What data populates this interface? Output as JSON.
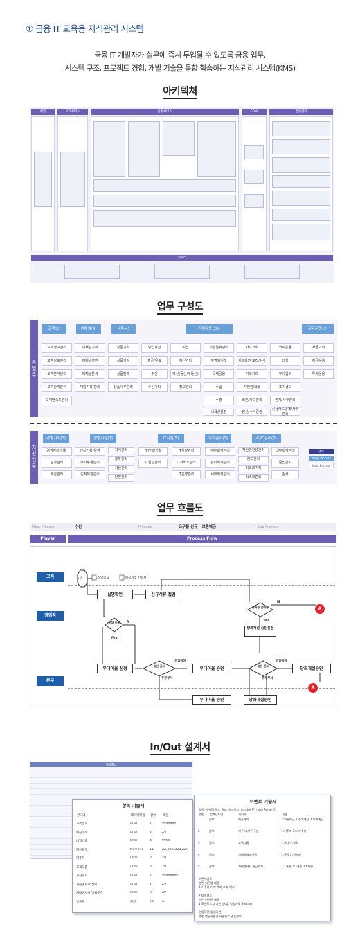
{
  "page": {
    "title": "① 금융 IT 교육용 지식관리 시스템",
    "desc_line1": "금융 IT 개발자가 실무에 즉시 투입될 수 있도록 금융 업무,",
    "desc_line2": "시스템 구조, 프로젝트 경험, 개발 기술을 통합 학습하는 지식관리 시스템(KMS)"
  },
  "architecture": {
    "heading": "아키텍처",
    "columns": {
      "channel": "채널",
      "customer": "고객서비스",
      "product": "상품서비스",
      "edw": "EDW",
      "mgmt": "경영관리"
    },
    "infra": "인프라"
  },
  "org": {
    "heading": "업무 구성도",
    "main_label": "본업무",
    "support_label": "지원업무",
    "groups": {
      "customer": "고객(5)",
      "channel": "이채널(4)",
      "product": "상품(4)",
      "sales": "판매활동(28)",
      "fund": "자금운용(3)",
      "mgmt": "경영기획(3)",
      "strategy": "경영지원(7)",
      "it": "IT지원(5)",
      "acct": "회계관리(3)",
      "grc": "GRC관리(7)"
    },
    "cells": {
      "c1": "고객정보관리",
      "c2": "고객정보관리",
      "c3": "고객분석관리",
      "c4": "고객관계분석",
      "c5": "고객만족도관리",
      "ch1": "이채널기획",
      "ch2": "이채널설원",
      "ch3": "이채널분석",
      "ch4": "채널기획/관리",
      "p1": "상품기획",
      "p2": "상품개발",
      "p3": "상품판매",
      "p4": "상품사후관리",
      "s1": "영업지원",
      "s2": "출금/유효",
      "s3": "수신",
      "s4": "수신기타",
      "s5": "여신",
      "s6": "여신기타",
      "s7": "여신(동산/부동산)",
      "s8": "정보관리",
      "s9": "외환결제관리",
      "s10": "무역외거래",
      "s11": "국제금융",
      "s12": "수입",
      "s13": "수출",
      "s14": "내국신용장",
      "s15": "카드기획",
      "s16": "카드회원 모집/심사",
      "s17": "카드거래",
      "s18": "가맹점/제휴",
      "s19": "회원/카드관리",
      "s20": "정산/수익증권",
      "s21": "외자운용",
      "s22": "대행",
      "s23": "부대업무",
      "s24": "조기경보",
      "s25": "연체/사후관리",
      "s26": "신용카드연체/사후관리",
      "f1": "자금기획",
      "f2": "자금운용",
      "f3": "투자운용",
      "m1": "경영관리/기획",
      "m2": "성과관리",
      "m3": "재산관리",
      "g1": "인사기획/운영",
      "g2": "복지후생관리",
      "g3": "인적자원관리",
      "g4": "지식관리",
      "g5": "총무관리",
      "g6": "자산관리",
      "g7": "안전관리",
      "i1": "IT전략/기획",
      "i2": "IT일반관리",
      "i3": "IT개발관리",
      "i4": "IT서비스관리",
      "i5": "IT운영관리",
      "a1": "재무회계관리",
      "a2": "관리회계관리",
      "a3": "세무회계관리",
      "r1": "자산건전성관리",
      "r2": "한도관리",
      "r3": "리스크기획",
      "r4": "리스크관리",
      "r5": "내부회계관리",
      "r6": "준법감시",
      "r7": "검사"
    },
    "legend": {
      "l1": "영역",
      "l2": "Mega Process",
      "l3": "Main Process"
    }
  },
  "flow": {
    "heading": "업무 흐름도",
    "header": {
      "main_process_label": "Main Process",
      "main_process_value": "수신",
      "process_label": "Process",
      "process_value": "요구불 신규 – 보통예금",
      "sub_process_label": "Sub Process"
    },
    "player": "Player",
    "process_flow": "Process Flow",
    "lanes": {
      "customer": "고객",
      "branch": "영업점",
      "hq": "본부"
    },
    "docs": {
      "d1": "실명증표",
      "d2": "예금거래 신청서"
    },
    "nodes": {
      "start": "시작",
      "n1": "실명확인",
      "n2": "신규서류 접검",
      "d_cond": "우대 이율",
      "n3": "우대이율 신청",
      "d_auth": "승인 권자",
      "n4": "우대이율 승인",
      "d_open": "당좌승 인대상",
      "n5": "당좌개설 승인신청",
      "d_auth2": "승인 권자",
      "n6": "당좌개설승인",
      "hq1": "우대이율 승인",
      "hq2": "당좌개설승인",
      "a": "A",
      "yes": "Yes",
      "no": "N",
      "branch_mgr": "영업점장",
      "hq_dept": "주무부서"
    }
  },
  "io": {
    "heading": "In/Out 설계서",
    "sheet_title": "보통예금",
    "item_title": "항목 기술서",
    "item_cols": [
      "한국명",
      "데이터타입",
      "길이",
      "예문"
    ],
    "items": [
      [
        "고객번호",
        "Char",
        "7",
        "9999999"
      ],
      [
        "예금과목",
        "Char",
        "2",
        "Z9"
      ],
      [
        "비밀번호",
        "Char",
        "4",
        "9999"
      ],
      [
        "계산금액",
        "Numeric",
        "11",
        "ZZ,ZZZ,ZZZ,ZZ9"
      ],
      [
        "거주자",
        "Char",
        "2",
        "Z9"
      ],
      [
        "고객그룹",
        "Char",
        "2",
        "Z9"
      ],
      [
        "기산일자",
        "Char",
        "7",
        "99999999"
      ],
      [
        "거래명세서 신택",
        "Char",
        "2",
        "Z9"
      ],
      [
        "거래명세서 발급주기",
        "Char",
        "2",
        "Z9"
      ],
      [
        "발송지",
        "한글",
        "60",
        "A"
      ]
    ],
    "event_title": "이벤트 기술서",
    "event_head1": "항목 이벤트(필드, 콤보, 체크박스, 라디오버튼) (size Panel 등)",
    "event_cols": [
      "순번",
      "컴포넌트명",
      "한국명",
      "내용"
    ],
    "events": [
      [
        "1",
        "콤보",
        "예금과목",
        "1:보통예금 2:정기예금 3:저축예금"
      ],
      [
        "2",
        "콤보",
        "거주/비거주 구분",
        "1:거주자 2:비거주자"
      ],
      [
        "3",
        "콤보",
        "고객그룹",
        "1:국내 2:국외"
      ],
      [
        "4",
        "콤보",
        "거래명세서선택",
        "1:통장 2:명세서"
      ],
      [
        "5",
        "콤보",
        "거래명세서 발급주기",
        "1:1개월 2:3개월 3:6개월"
      ]
    ],
    "btn_event_title": "버튼이벤트",
    "btn_event": "순번 버튼명 내용",
    "btn_event_row": "1 거주자 거래 계좌 조회 처리",
    "etc_event_title": "기타이벤트",
    "etc_event": "순번 이벤트 내용",
    "etc_event_row": "1 화면로드시 기산일자를 당일자로 Setting",
    "link_title": "연동화면(팝업화면)",
    "link_cols": "순번 연동화면명 화면번호 연동항목"
  }
}
